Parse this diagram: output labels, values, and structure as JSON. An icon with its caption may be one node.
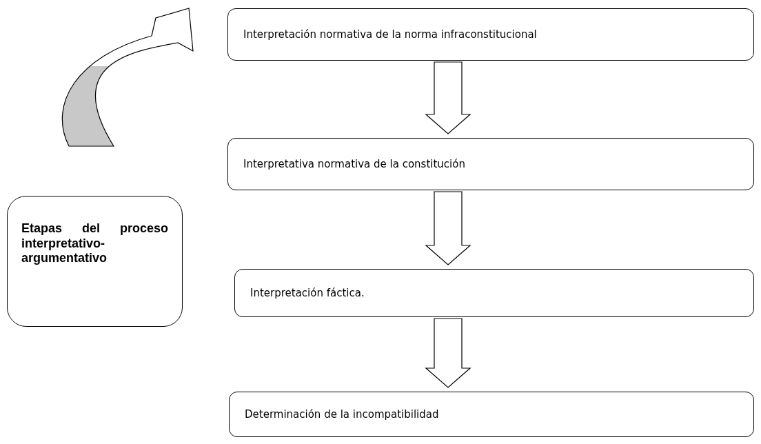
{
  "diagram": {
    "nodes": [
      {
        "text": [
          "Interpretación normativa de la norma infraconstitucional"
        ]
      },
      {
        "text": [
          "Interpretativa normativa de la constitución"
        ]
      },
      {
        "text": [
          "Interpretación fáctica."
        ]
      },
      {
        "text": [
          "Determinación de la incompatibilidad"
        ]
      },
      {
        "text": [
          "Etapas del proceso interpretativo-argumentativo"
        ]
      }
    ],
    "edges": [
      {
        "from": 0,
        "to": 1,
        "arrow": "to"
      },
      {
        "from": 1,
        "to": 2,
        "arrow": "to"
      },
      {
        "from": 2,
        "to": 3,
        "arrow": "to"
      },
      {
        "from": 4,
        "to": 0,
        "arrow": "to"
      }
    ]
  }
}
